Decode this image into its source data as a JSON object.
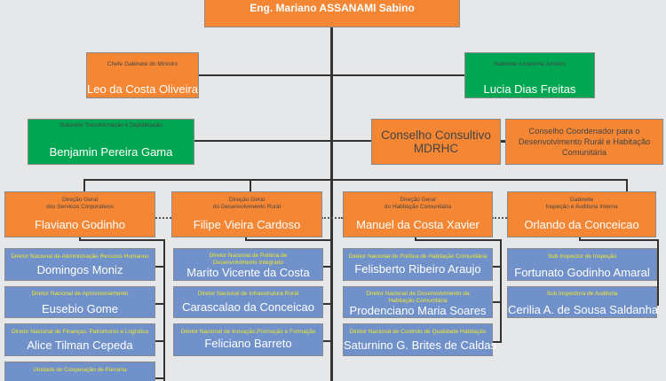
{
  "top": {
    "name": "Eng. Mariano ASSANAMI Sabino"
  },
  "staff": [
    {
      "title": "Chefe Gabinete do Ministro",
      "name": "Leo da Costa Oliveira"
    },
    {
      "title": "Gabinete Assesoria Jurídico",
      "name": "Lucia Dias Freitas"
    },
    {
      "title": "Gabinete Transformação e Digitalização",
      "name": "Benjamin Pereira Gama"
    }
  ],
  "councils": [
    {
      "name": "Conselho Consultivo MDRHC"
    },
    {
      "name": "Conselho Coordenador para o Desenvolvimento Rurál e Habitação Comunitária"
    }
  ],
  "columns": [
    {
      "title1": "Direção Geral",
      "title2": "dos Servicos Corporativos",
      "name": "Flaviano Godinho",
      "subs": [
        {
          "title": "Diretor Nacional de Administração Recusos Humanos",
          "name": "Domingos Moniz"
        },
        {
          "title": "Diretor Nacional de Aprovisionamento",
          "name": "Eusebio Gome"
        },
        {
          "title": "Diretor Nacional de Finanças, Patromonio e Logística",
          "name": "Alice Tilman Cepeda"
        },
        {
          "title": "Unidade de Cooperação de Parceria",
          "name": ""
        }
      ]
    },
    {
      "title1": "Direção Geral",
      "title2": "do Desenvolvimento Rurál",
      "name": "Filipe Vieira Cardoso",
      "subs": [
        {
          "title": "Diretor Nacional de Política de Desenvolvimento Integrado",
          "name": "Marito Vicente da Costa"
        },
        {
          "title": "Diretor Nacional de Infraestrutura Rurál",
          "name": "Carascalao da Conceicao"
        },
        {
          "title": "Diretor Nacional de Inovação,Promoção e Formação",
          "name": "Feliciano Barreto"
        }
      ]
    },
    {
      "title1": "Direção Geral",
      "title2": "do Habitação Comunitária",
      "name": "Manuel da Costa Xavier",
      "subs": [
        {
          "title": "Diretor Nacional de Política de Habitação Comunitária",
          "name": "Felisberto Ribeiro Araujo"
        },
        {
          "title": "Diretor Nacional de Desenvolvimento da Habitação Comunitária",
          "name": "Prodenciano Maria Soares"
        },
        {
          "title": "Diretor Nacional de Controlo de Qualidade Habitação",
          "name": "Saturnino G. Brites de Caldas"
        }
      ]
    },
    {
      "title1": "Gabinete",
      "title2": "Inspeção e Auditoria Interna",
      "name": "Orlando da Conceicao",
      "subs": [
        {
          "title": "Sub Inspector de Inspeção",
          "name": "Fortunato Godinho Amaral"
        },
        {
          "title": "Sub Inspectora de Auditoria",
          "name": "Cerilia A. de Sousa Saldanha"
        }
      ]
    }
  ]
}
